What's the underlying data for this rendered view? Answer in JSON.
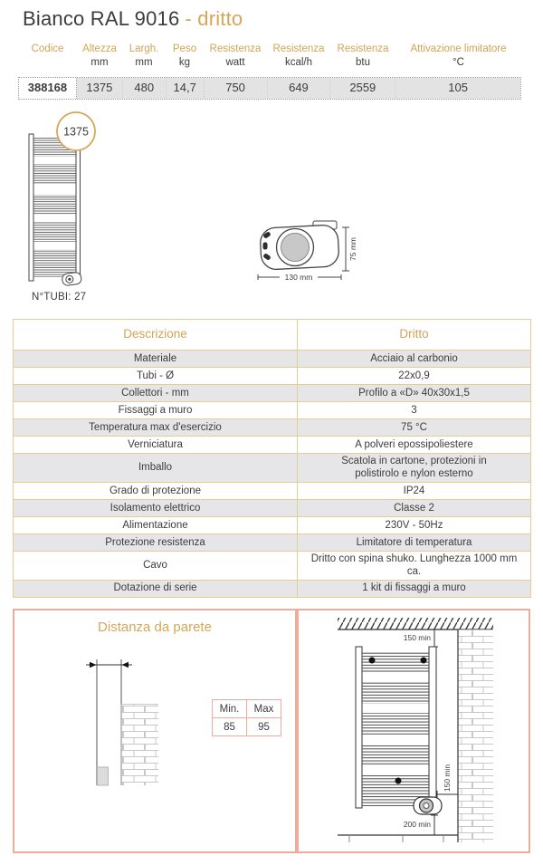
{
  "title": {
    "main": "Bianco RAL 9016",
    "variant": "- dritto"
  },
  "product_table": {
    "columns": [
      {
        "label": "Codice",
        "unit": "",
        "value": "388168"
      },
      {
        "label": "Altezza",
        "unit": "mm",
        "value": "1375"
      },
      {
        "label": "Largh.",
        "unit": "mm",
        "value": "480"
      },
      {
        "label": "Peso",
        "unit": "kg",
        "value": "14,7"
      },
      {
        "label": "Resistenza",
        "unit": "watt",
        "value": "750"
      },
      {
        "label": "Resistenza",
        "unit": "kcal/h",
        "value": "649"
      },
      {
        "label": "Resistenza",
        "unit": "btu",
        "value": "2559"
      },
      {
        "label": "Attivazione limitatore",
        "unit": "°C",
        "value": "105"
      }
    ]
  },
  "front_view": {
    "height_dim": "1375",
    "tubes_label": "N°TUBI: 27"
  },
  "control_unit": {
    "width_dim": "130 mm",
    "height_dim": "75 mm"
  },
  "spec_table": {
    "header_label": "Descrizione",
    "header_value": "Dritto",
    "rows": [
      {
        "label": "Materiale",
        "value": "Acciaio al carbonio"
      },
      {
        "label": "Tubi - Ø",
        "value": "22x0,9"
      },
      {
        "label": "Collettori - mm",
        "value": "Profilo a «D» 40x30x1,5"
      },
      {
        "label": "Fissaggi a muro",
        "value": "3"
      },
      {
        "label": "Temperatura max d'esercizio",
        "value": "75 °C"
      },
      {
        "label": "Verniciatura",
        "value": "A polveri epossipoliestere"
      },
      {
        "label": "Imballo",
        "value": "Scatola in cartone, protezioni in\npolistirolo e nylon esterno"
      },
      {
        "label": "Grado di protezione",
        "value": "IP24"
      },
      {
        "label": "Isolamento elettrico",
        "value": "Classe 2"
      },
      {
        "label": "Alimentazione",
        "value": "230V - 50Hz"
      },
      {
        "label": "Protezione resistenza",
        "value": "Limitatore di temperatura"
      },
      {
        "label": "Cavo",
        "value": "Dritto con spina shuko. Lunghezza 1000 mm ca."
      },
      {
        "label": "Dotazione di serie",
        "value": "1 kit di fissaggi a muro"
      }
    ]
  },
  "wall_distance": {
    "title": "Distanza da parete",
    "table": {
      "min_label": "Min.",
      "max_label": "Max",
      "min_value": "85",
      "max_value": "95"
    }
  },
  "installation": {
    "ceiling_clearance": "150 min",
    "wall_clearance": "150 min",
    "floor_clearance": "200 min"
  },
  "colors": {
    "accent_gold": "#D5A757",
    "spec_table_border": "#E8CC96",
    "box_border": "#F2AB9B",
    "row_gray": "#E6E6E8",
    "strip_gray": "#E3E3E4",
    "text": "#3C3C3B"
  }
}
